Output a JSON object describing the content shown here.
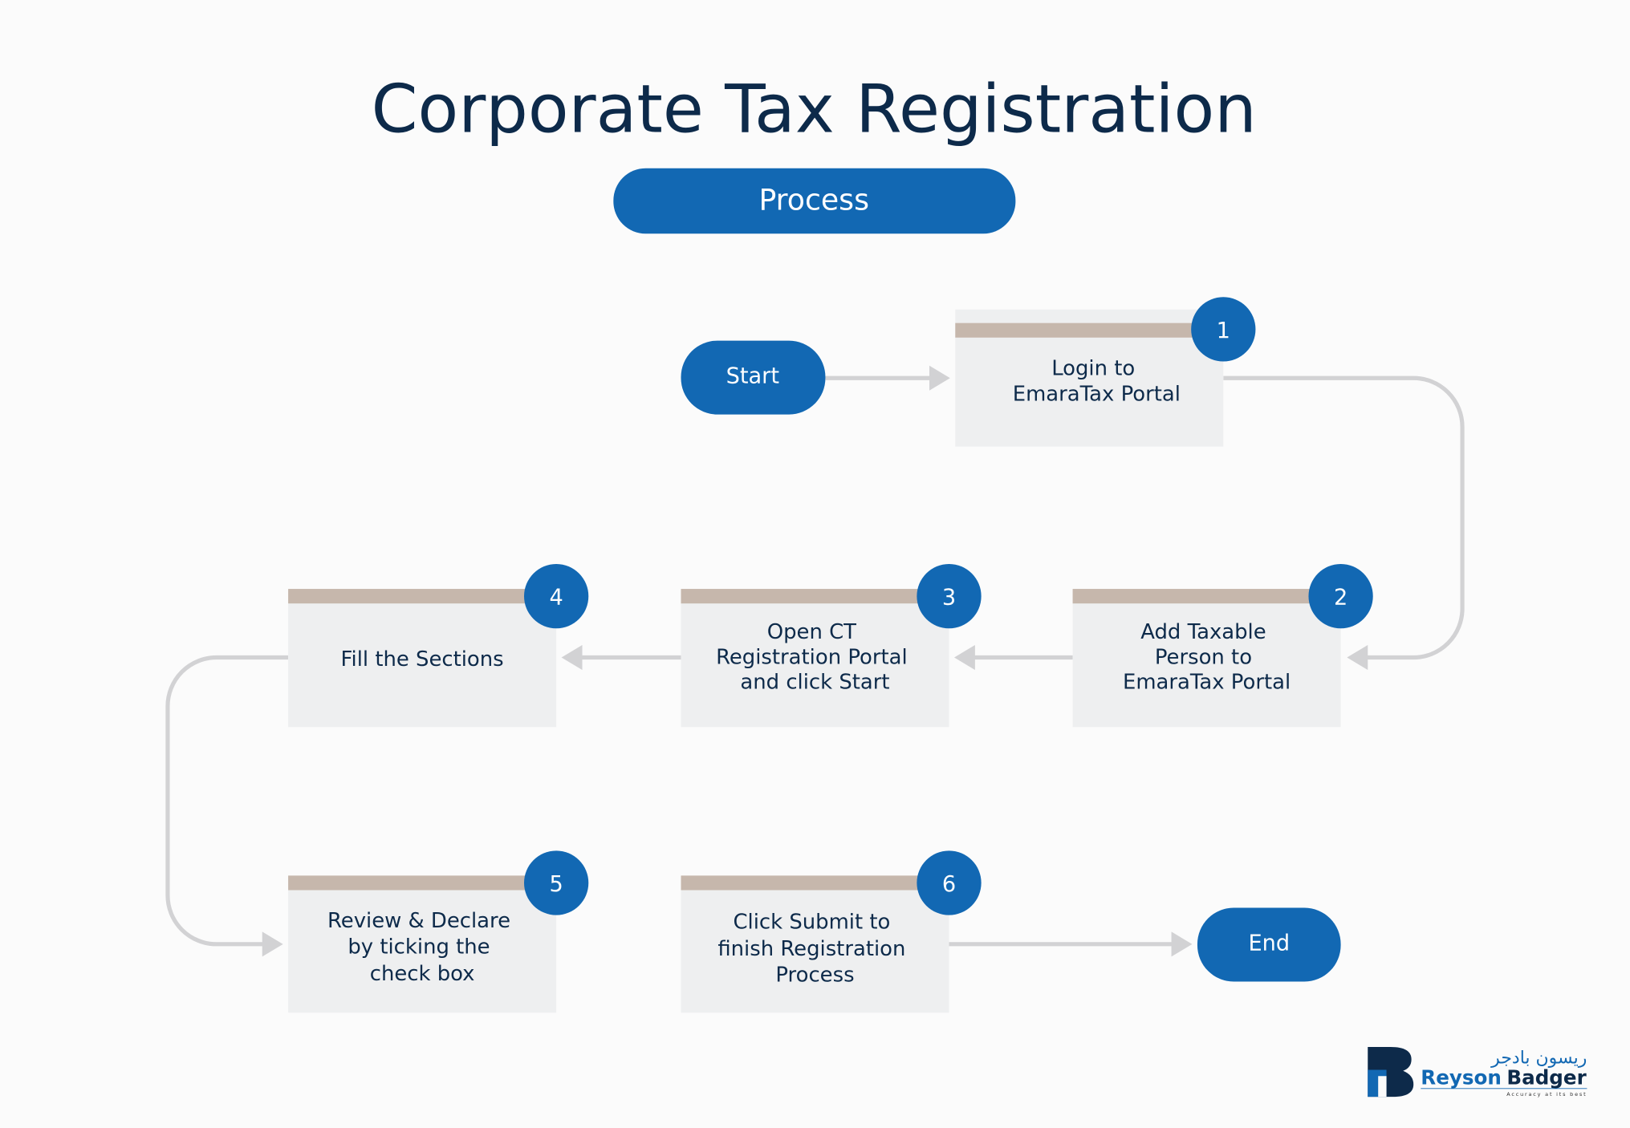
{
  "title": "Corporate Tax Registration",
  "subtitle": "Process",
  "start_label": "Start",
  "end_label": "End",
  "steps": [
    {
      "number": "1",
      "lines": [
        "Login to",
        "EmaraTax Portal"
      ]
    },
    {
      "number": "2",
      "lines": [
        "Add Taxable",
        "Person to",
        "EmaraTax Portal"
      ]
    },
    {
      "number": "3",
      "lines": [
        "Open CT",
        "Registration Portal",
        "and click Start"
      ]
    },
    {
      "number": "4",
      "lines": [
        "Fill the Sections"
      ]
    },
    {
      "number": "5",
      "lines": [
        "Review & Declare",
        "by ticking the",
        "check box"
      ]
    },
    {
      "number": "6",
      "lines": [
        "Click Submit to",
        "finish Registration",
        "Process"
      ]
    }
  ],
  "logo": {
    "arabic": "ريسون بادجر",
    "name_part1": "Reyson",
    "name_part2": "Badger",
    "tagline": "Accuracy at its best"
  },
  "colors": {
    "primary": "#1268b3",
    "navy": "#0d2a4a",
    "bar": "#c6b7ac",
    "box": "#eeeff0",
    "connector": "#d2d2d4"
  }
}
